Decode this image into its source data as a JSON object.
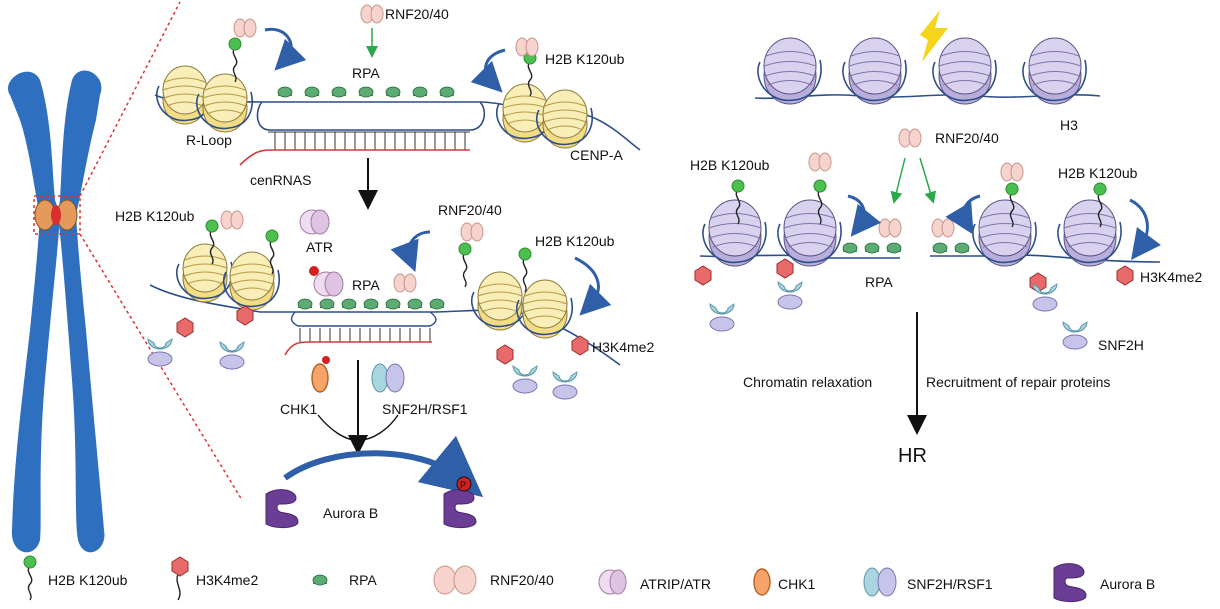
{
  "colors": {
    "chromosome": "#2f6fbf",
    "nucleosome_yellow": "#f6e7a6",
    "nucleosome_purple": "#cfc6e6",
    "rnf": "#f4c9c2",
    "rpa": "#3f8f5a",
    "ub": "#43c24a",
    "h3k4": "#e35b5b",
    "aurora": "#6a3d93",
    "chk1": "#f08a4b",
    "snf2h": "#a9d3df",
    "rsf1": "#c8c6ea",
    "atr": "#e6cde6",
    "arrow_blue": "#2f5fa8",
    "arrow_green": "#2aa84a",
    "rna": "#d33a3a",
    "lightning": "#f4d51a"
  },
  "icons": [
    "chromosome-icon",
    "nucleosome-icon",
    "ubiquitin-icon",
    "h3k4me2-icon",
    "rpa-icon",
    "rnf20-40-icon",
    "atrip-atr-icon",
    "chk1-icon",
    "snf2h-rsf1-icon",
    "aurora-b-icon",
    "lightning-icon"
  ],
  "left": {
    "top_panel": {
      "rnf": "RNF20/40",
      "rpa": "RPA",
      "h2b": "H2B K120ub",
      "rloop": "R-Loop",
      "cenp": "CENP-A",
      "cenrnas": "cenRNAS"
    },
    "mid_panel": {
      "h2b_left": "H2B K120ub",
      "atr": "ATR",
      "rnf": "RNF20/40",
      "h2b_right": "H2B K120ub",
      "rpa": "RPA",
      "h3k4": "H3K4me2"
    },
    "bottom": {
      "chk1": "CHK1",
      "snf2h": "SNF2H/RSF1",
      "aurora": "Aurora B",
      "phospho": "P"
    }
  },
  "right": {
    "h3": "H3",
    "rnf": "RNF20/40",
    "h2b_left": "H2B K120ub",
    "h2b_right": "H2B K120ub",
    "rpa": "RPA",
    "h3k4": "H3K4me2",
    "snf2h": "SNF2H",
    "relax": "Chromatin relaxation",
    "recruit": "Recruitment of repair proteins",
    "hr": "HR"
  },
  "legend": {
    "h2b": "H2B K120ub",
    "h3k4": "H3K4me2",
    "rpa": "RPA",
    "rnf": "RNF20/40",
    "atr": "ATRIP/ATR",
    "chk1": "CHK1",
    "snf": "SNF2H/RSF1",
    "aurora": "Aurora B"
  }
}
